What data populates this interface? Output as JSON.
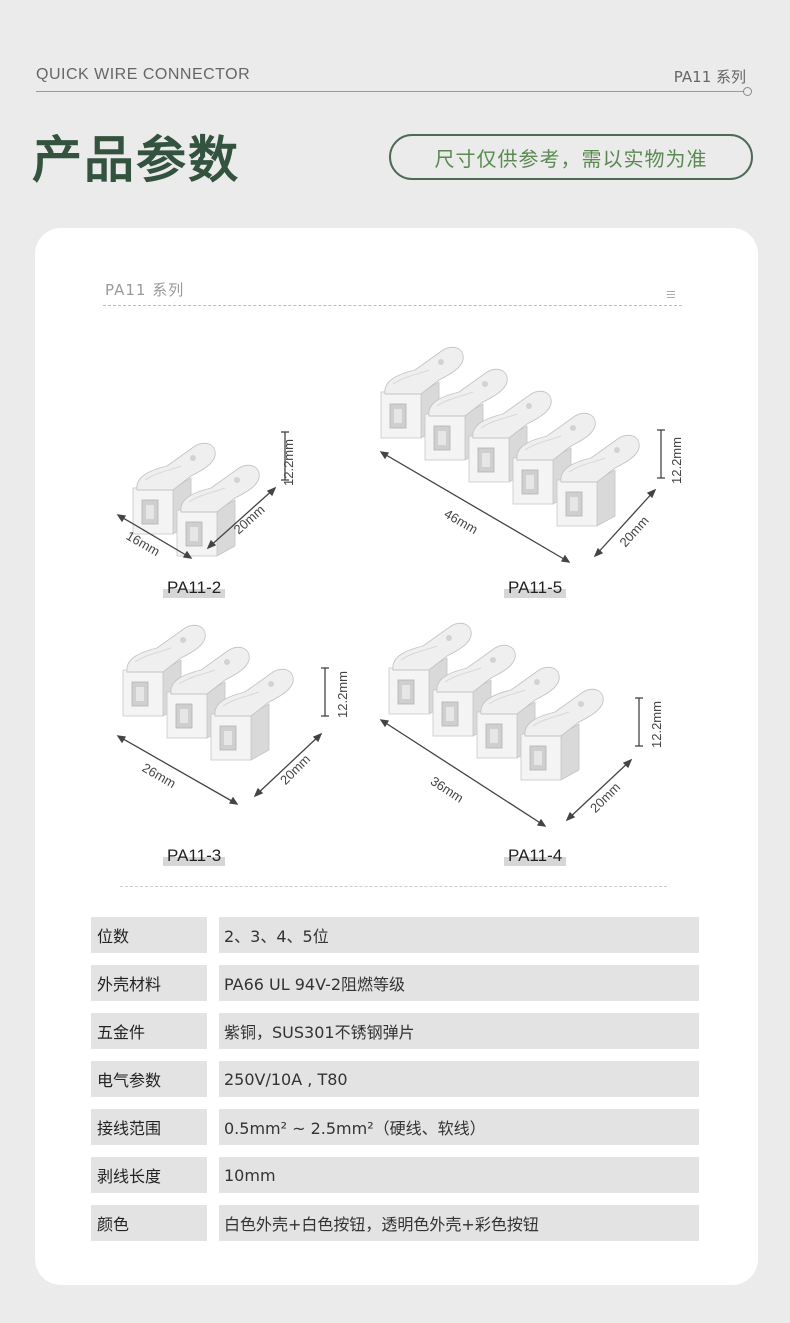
{
  "header": {
    "label": "QUICK WIRE CONNECTOR",
    "series": "PA11 系列"
  },
  "title": "产品参数",
  "note": "尺寸仅供参考，需以实物为准",
  "card": {
    "series": "PA11 系列",
    "products": [
      {
        "model": "PA11-2",
        "positions": 2,
        "length": "16mm",
        "depth": "20mm",
        "height": "12.2mm"
      },
      {
        "model": "PA11-5",
        "positions": 5,
        "length": "46mm",
        "depth": "20mm",
        "height": "12.2mm"
      },
      {
        "model": "PA11-3",
        "positions": 3,
        "length": "26mm",
        "depth": "20mm",
        "height": "12.2mm"
      },
      {
        "model": "PA11-4",
        "positions": 4,
        "length": "36mm",
        "depth": "20mm",
        "height": "12.2mm"
      }
    ],
    "specs": [
      {
        "key": "位数",
        "value": "2、3、4、5位"
      },
      {
        "key": "外壳材料",
        "value": "PA66  UL 94V-2阻燃等级"
      },
      {
        "key": "五金件",
        "value": "紫铜，SUS301不锈钢弹片"
      },
      {
        "key": "电气参数",
        "value": "250V/10A , T80"
      },
      {
        "key": "接线范围",
        "value": "0.5mm² ~ 2.5mm²（硬线、软线）"
      },
      {
        "key": "剥线长度",
        "value": "10mm"
      },
      {
        "key": "颜色",
        "value": "白色外壳+白色按钮，透明色外壳+彩色按钮"
      }
    ]
  },
  "colors": {
    "background": "#ebebeb",
    "title_green": "#33533f",
    "note_green": "#5a8a52",
    "cell_grey": "#e3e3e3"
  }
}
